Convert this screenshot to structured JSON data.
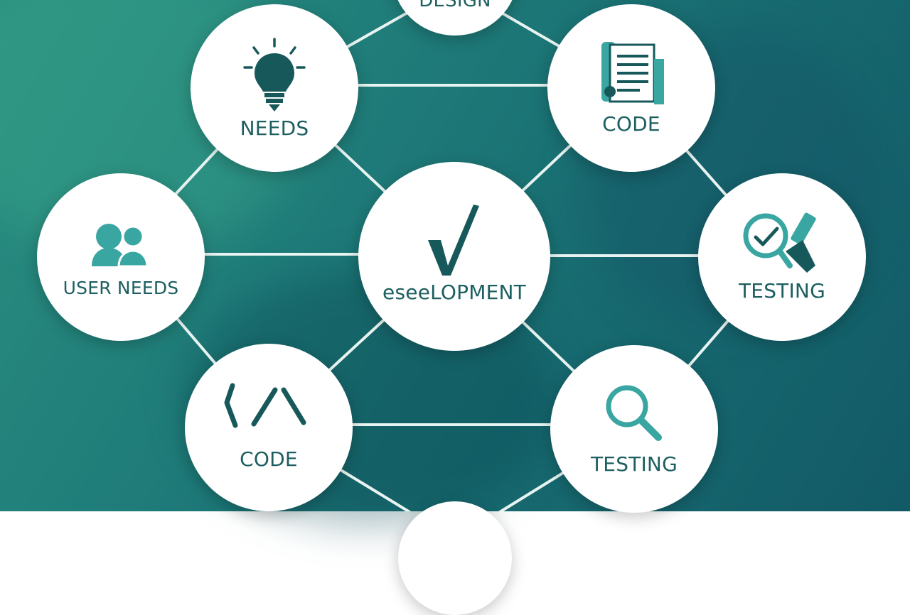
{
  "colors": {
    "background": "#1d7a78",
    "node_fill": "#ffffff",
    "label": "#1d5f60",
    "icon_teal": "#3aa6a2",
    "icon_dark": "#17595b"
  },
  "nodes": {
    "design": {
      "label": "DESIGN",
      "icon": "none"
    },
    "needs": {
      "label": "NEEDS",
      "icon": "lightbulb-icon"
    },
    "code_top": {
      "label": "CODE",
      "icon": "document-scroll-icon"
    },
    "user_needs": {
      "label": "USER NEEDS",
      "icon": "users-icon"
    },
    "center": {
      "label": "eseeLOPMENT",
      "icon": "checkmark-icon"
    },
    "testing_right": {
      "label": "TESTING",
      "icon": "magnifier-check-icon"
    },
    "code_bottom": {
      "label": "CODE",
      "icon": "code-brackets-icon"
    },
    "testing_bottom": {
      "label": "TESTING",
      "icon": "search-icon"
    }
  }
}
